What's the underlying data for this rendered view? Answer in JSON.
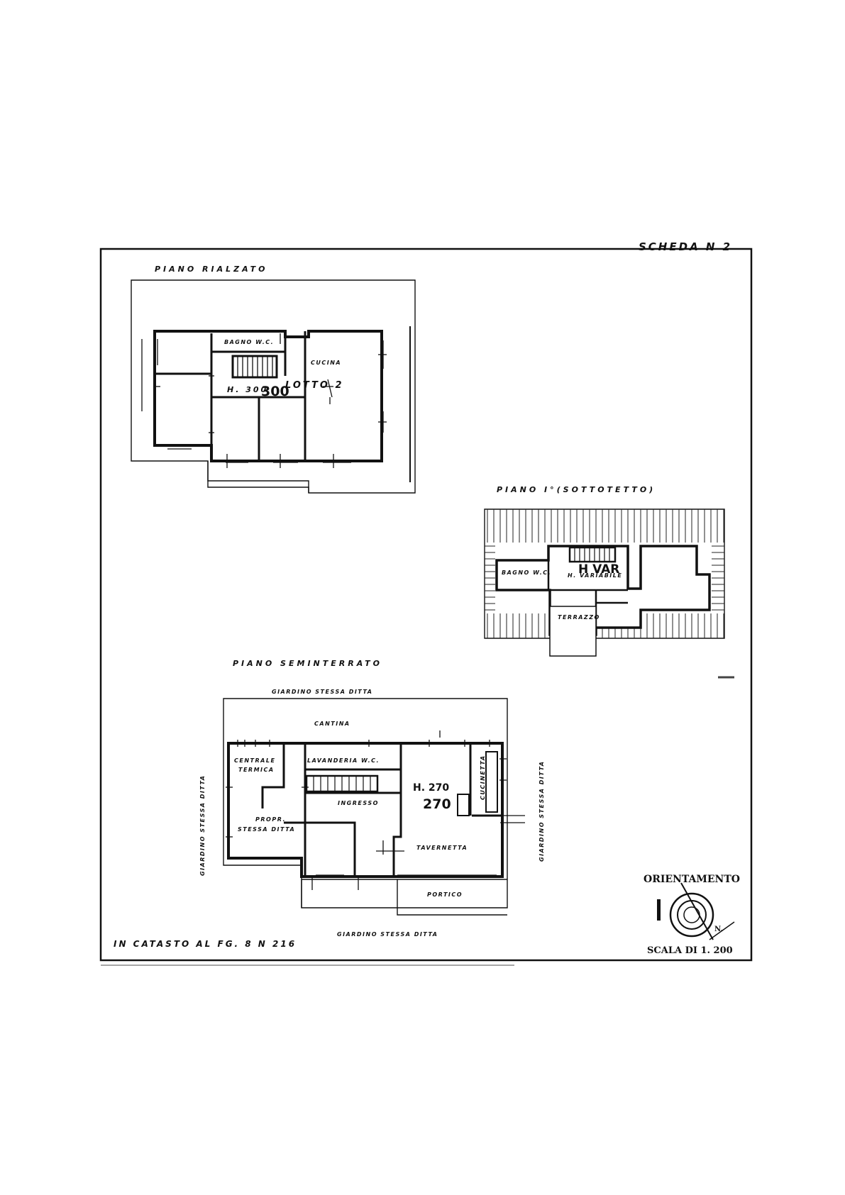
{
  "sheet": {
    "title": "SCHEDA N 2",
    "cadastre_note": "IN CATASTO AL FG. 8 N 216"
  },
  "raised_floor": {
    "title": "PIANO RIALZATO",
    "bath_label": "BAGNO W.C.",
    "kitchen_label": "CUCINA",
    "lot_label": "LOTTO 2",
    "height_label": "H. 300",
    "height_handwritten": "300"
  },
  "attic_floor": {
    "title": "PIANO I°(SOTTOTETTO)",
    "bath_label": "BAGNO W.C.",
    "variable_height_label": "H. VARIABILE",
    "variable_height_handwritten": "H VAR",
    "terrace_label": "TERRAZZO"
  },
  "semibasement_floor": {
    "title": "PIANO SEMINTERRATO",
    "garden_top": "GIARDINO STESSA DITTA",
    "garden_left": "GIARDINO STESSA DITTA",
    "garden_right": "GIARDINO STESSA DITTA",
    "garden_bottom": "GIARDINO STESSA DITTA",
    "cellar_label": "CANTINA",
    "heating_label_1": "CENTRALE",
    "heating_label_2": "TERMICA",
    "laundry_label": "LAVANDERIA W.C.",
    "entrance_label": "INGRESSO",
    "property_label_1": "PROPR.",
    "property_label_2": "STESSA DITTA",
    "height_label": "H. 270",
    "height_handwritten": "270",
    "kitchenette_label": "CUCINETTA",
    "tavern_label": "TAVERNETTA",
    "porch_label": "PORTICO"
  },
  "orientation": {
    "title": "ORIENTAMENTO",
    "north_label": "N.",
    "scale_label": "SCALA DI 1. 200"
  }
}
